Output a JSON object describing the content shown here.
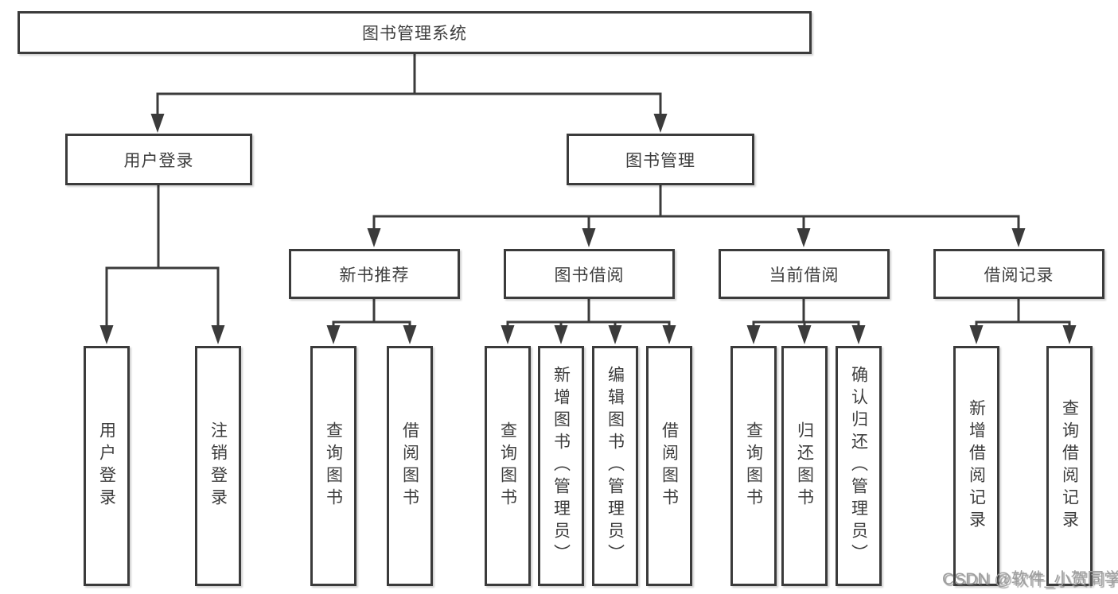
{
  "diagram": {
    "title": "图书管理系统",
    "root": {
      "label": "图书管理系统"
    },
    "branches": [
      {
        "label": "用户登录",
        "children": [
          {
            "label": "用户登录"
          },
          {
            "label": "注销登录"
          }
        ]
      },
      {
        "label": "图书管理",
        "children": [
          {
            "label": "新书推荐",
            "children": [
              {
                "label": "查询图书"
              },
              {
                "label": "借阅图书"
              }
            ]
          },
          {
            "label": "图书借阅",
            "children": [
              {
                "label": "查询图书"
              },
              {
                "label": "新增图书（管理员）"
              },
              {
                "label": "编辑图书（管理员）"
              },
              {
                "label": "借阅图书"
              }
            ]
          },
          {
            "label": "当前借阅",
            "children": [
              {
                "label": "查询图书"
              },
              {
                "label": "归还图书"
              },
              {
                "label": "确认归还（管理员）"
              }
            ]
          },
          {
            "label": "借阅记录",
            "children": [
              {
                "label": "新增借阅记录"
              },
              {
                "label": "查询借阅记录"
              }
            ]
          }
        ]
      }
    ],
    "watermark": "CSDN @软件_小贺同学",
    "colors": {
      "line": "#3b3b3b",
      "box_border": "#3b3b3b",
      "box_fill": "#ffffff",
      "text": "#3d3d3d",
      "watermark": "#9d9d9d",
      "background": "#ffffff"
    }
  }
}
